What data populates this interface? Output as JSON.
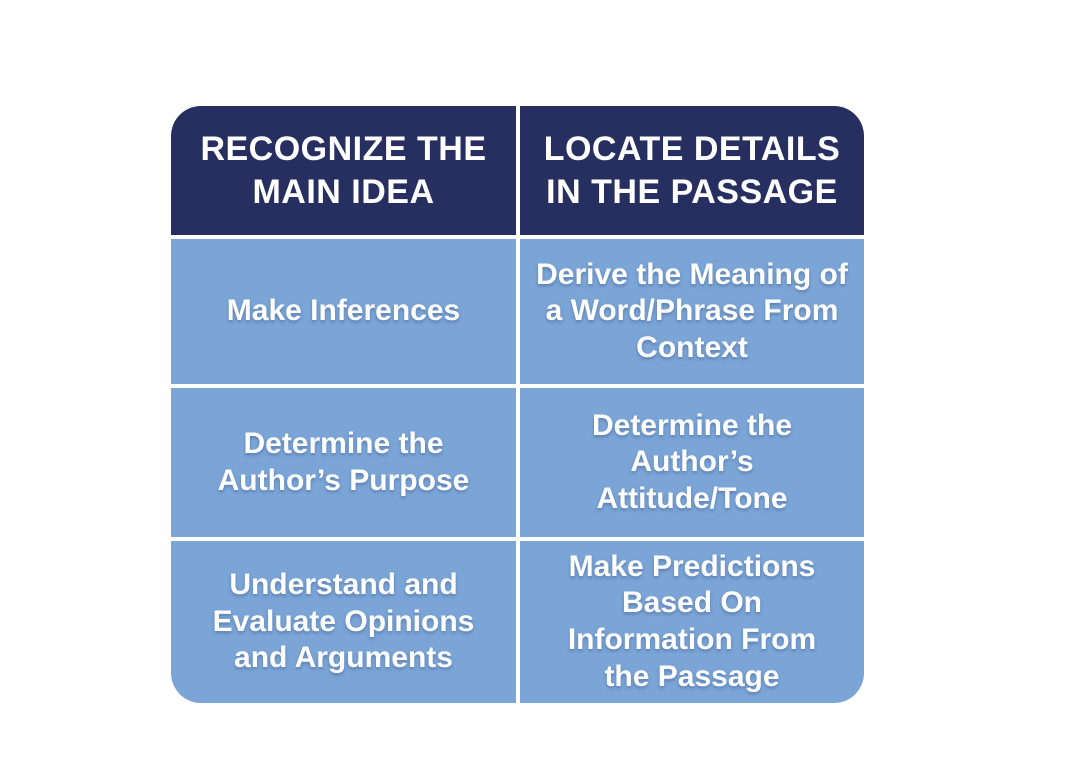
{
  "table": {
    "headers": [
      "RECOGNIZE THE\nMAIN IDEA",
      "LOCATE DETAILS\nIN THE PASSAGE"
    ],
    "rows": [
      [
        "Make Inferences",
        "Derive the Meaning of\na Word/Phrase From\nContext"
      ],
      [
        "Determine the\nAuthor’s Purpose",
        "Determine the\nAuthor’s\nAttitude/Tone"
      ],
      [
        "Understand and\nEvaluate Opinions\nand Arguments",
        "Make Predictions\nBased On\nInformation From\nthe Passage"
      ]
    ]
  },
  "colors": {
    "header_bg": "#272e60",
    "cell_bg": "#7ba5d7",
    "text": "#ffffff",
    "divider": "#ffffff",
    "page_background": "#ffffff"
  }
}
